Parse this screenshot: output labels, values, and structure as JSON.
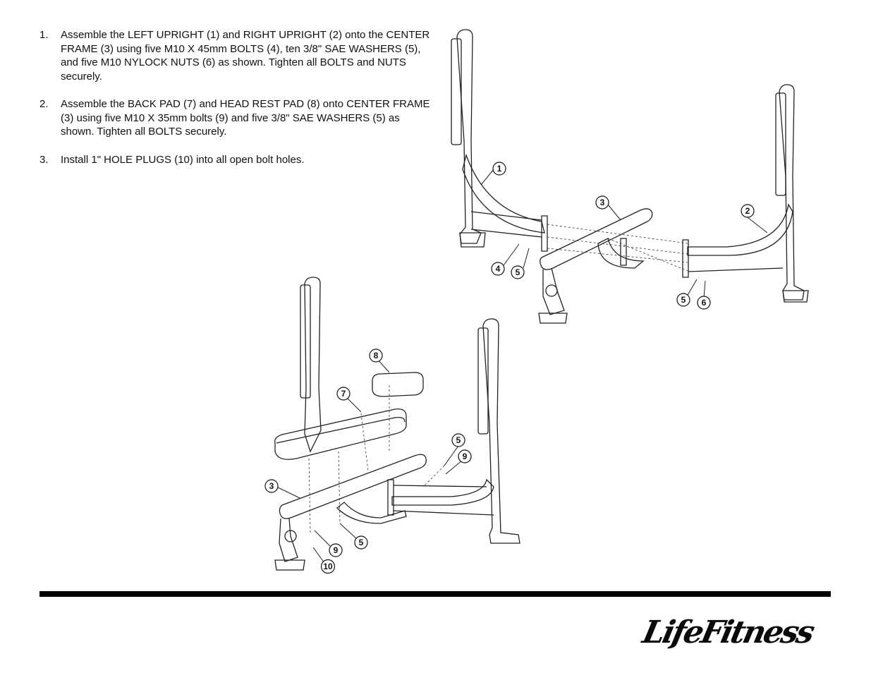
{
  "instructions": [
    {
      "number": "1.",
      "text": "Assemble the LEFT UPRIGHT (1) and RIGHT UPRIGHT (2) onto the CENTER FRAME (3) using five M10 X 45mm BOLTS (4), ten 3/8\" SAE WASHERS (5), and five M10 NYLOCK NUTS (6) as shown.  Tighten all BOLTS and NUTS securely."
    },
    {
      "number": "2.",
      "text": "Assemble the BACK PAD (7) and HEAD REST PAD (8) onto CENTER FRAME (3) using five M10 X 35mm bolts (9) and five 3/8\" SAE WASHERS (5) as shown.  Tighten all BOLTS securely."
    },
    {
      "number": "3.",
      "text": "Install 1\" HOLE PLUGS (10) into all open bolt holes."
    }
  ],
  "callouts": {
    "top": [
      "1",
      "2",
      "3",
      "4",
      "5",
      "5",
      "6"
    ],
    "bottom": [
      "8",
      "7",
      "5",
      "9",
      "3",
      "9",
      "10",
      "5"
    ]
  },
  "logo": {
    "text": "LifeFitness"
  }
}
